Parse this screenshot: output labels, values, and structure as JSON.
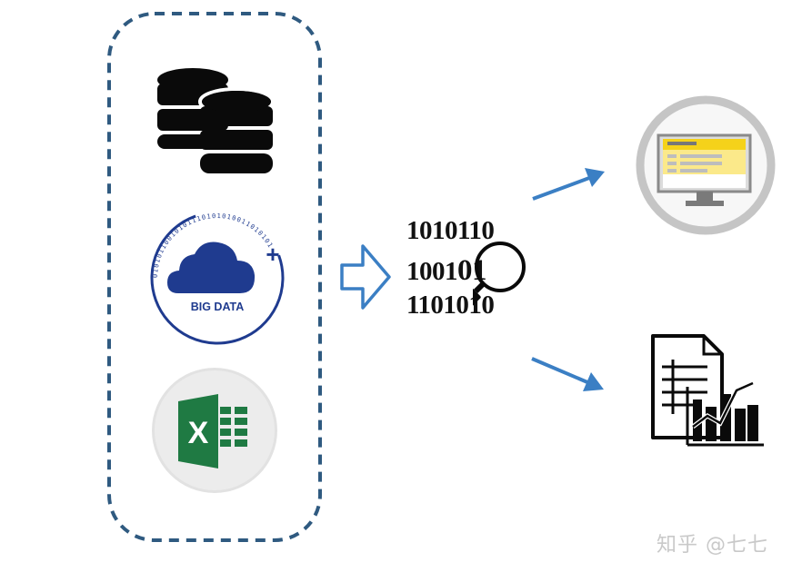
{
  "sources": {
    "database": {
      "icon": "database-icon"
    },
    "big_data": {
      "icon": "big-data-cloud-icon",
      "label": "BIG DATA",
      "plus": "+",
      "ring_text": "01010110010101110101010011010101"
    },
    "excel": {
      "icon": "excel-icon",
      "letter": "X"
    }
  },
  "binary": {
    "line1": "1010110",
    "line2_prefix": "1001",
    "line2_zoom": "01",
    "line3": "1101010",
    "magnifier_icon": "magnifier-icon"
  },
  "outputs": {
    "monitor": {
      "icon": "monitor-dashboard-icon"
    },
    "report": {
      "icon": "report-chart-icon"
    }
  },
  "watermark": "知乎 @七七",
  "colors": {
    "dashed_border": "#2f5a80",
    "arrow_blue": "#3b7fc4",
    "big_data_blue": "#1f3b8f",
    "excel_green": "#1f7a43",
    "monitor_yellow": "#f5d21a"
  }
}
